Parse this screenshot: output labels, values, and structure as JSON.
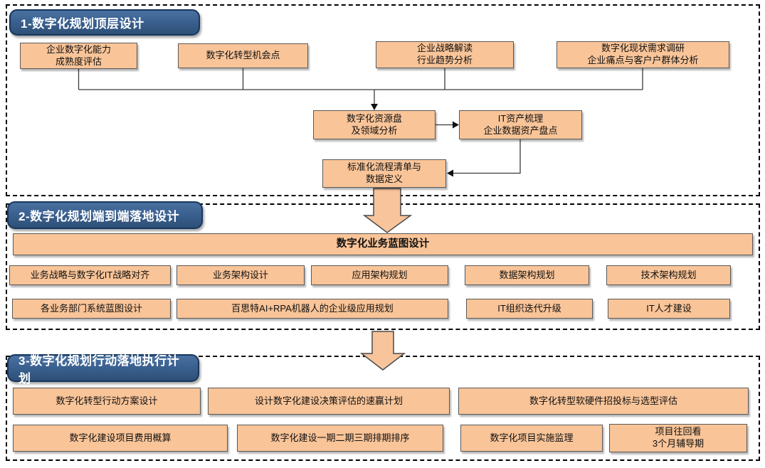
{
  "colors": {
    "box_fill": "#F9C498",
    "box_border": "#595959",
    "badge_fill": "#3B6191",
    "badge_border": "#17365D",
    "badge_text": "#FFFFFF",
    "block_arrow_fill": "#F8C49C",
    "dashed_border": "#000000",
    "text": "#111111"
  },
  "sections": [
    {
      "badge": "1-数字化规划顶层设计",
      "top_row": [
        {
          "text": "企业数字化能力\n成熟度评估"
        },
        {
          "text": "数字化转型机会点"
        },
        {
          "text": "企业战略解读\n行业趋势分析"
        },
        {
          "text": "数字化现状需求调研\n企业痛点与客户户群体分析"
        }
      ],
      "mid_row": [
        {
          "text": "数字化资源盘\n及领域分析"
        },
        {
          "text": "IT资产梳理\n企业数据资产盘点"
        }
      ],
      "bottom_row": [
        {
          "text": "标准化流程清单与\n数据定义"
        }
      ]
    },
    {
      "badge": "2-数字化规划端到端落地设计",
      "banner": "数字化业务蓝图设计",
      "row1": [
        {
          "text": "业务战略与数字化IT战略对齐"
        },
        {
          "text": "业务架构设计"
        },
        {
          "text": "应用架构规划"
        },
        {
          "text": "数据架构规划"
        },
        {
          "text": "技术架构规划"
        }
      ],
      "row2": [
        {
          "text": "各业务部门系统蓝图设计"
        },
        {
          "text": "百思特AI+RPA机器人的企业级应用规划"
        },
        {
          "text": "IT组织迭代升级"
        },
        {
          "text": "IT人才建设"
        }
      ]
    },
    {
      "badge": "3-数字化规划行动落地执行计划",
      "row1": [
        {
          "text": "数字化转型行动方案设计"
        },
        {
          "text": "设计数字化建设决策评估的速赢计划"
        },
        {
          "text": "数字化转型软硬件招投标与选型评估"
        }
      ],
      "row2": [
        {
          "text": "数字化建设项目费用概算"
        },
        {
          "text": "数字化建设一期二期三期排期排序"
        },
        {
          "text": "数字化项目实施监理"
        },
        {
          "text": "项目往回看\n3个月辅导期"
        }
      ]
    }
  ]
}
